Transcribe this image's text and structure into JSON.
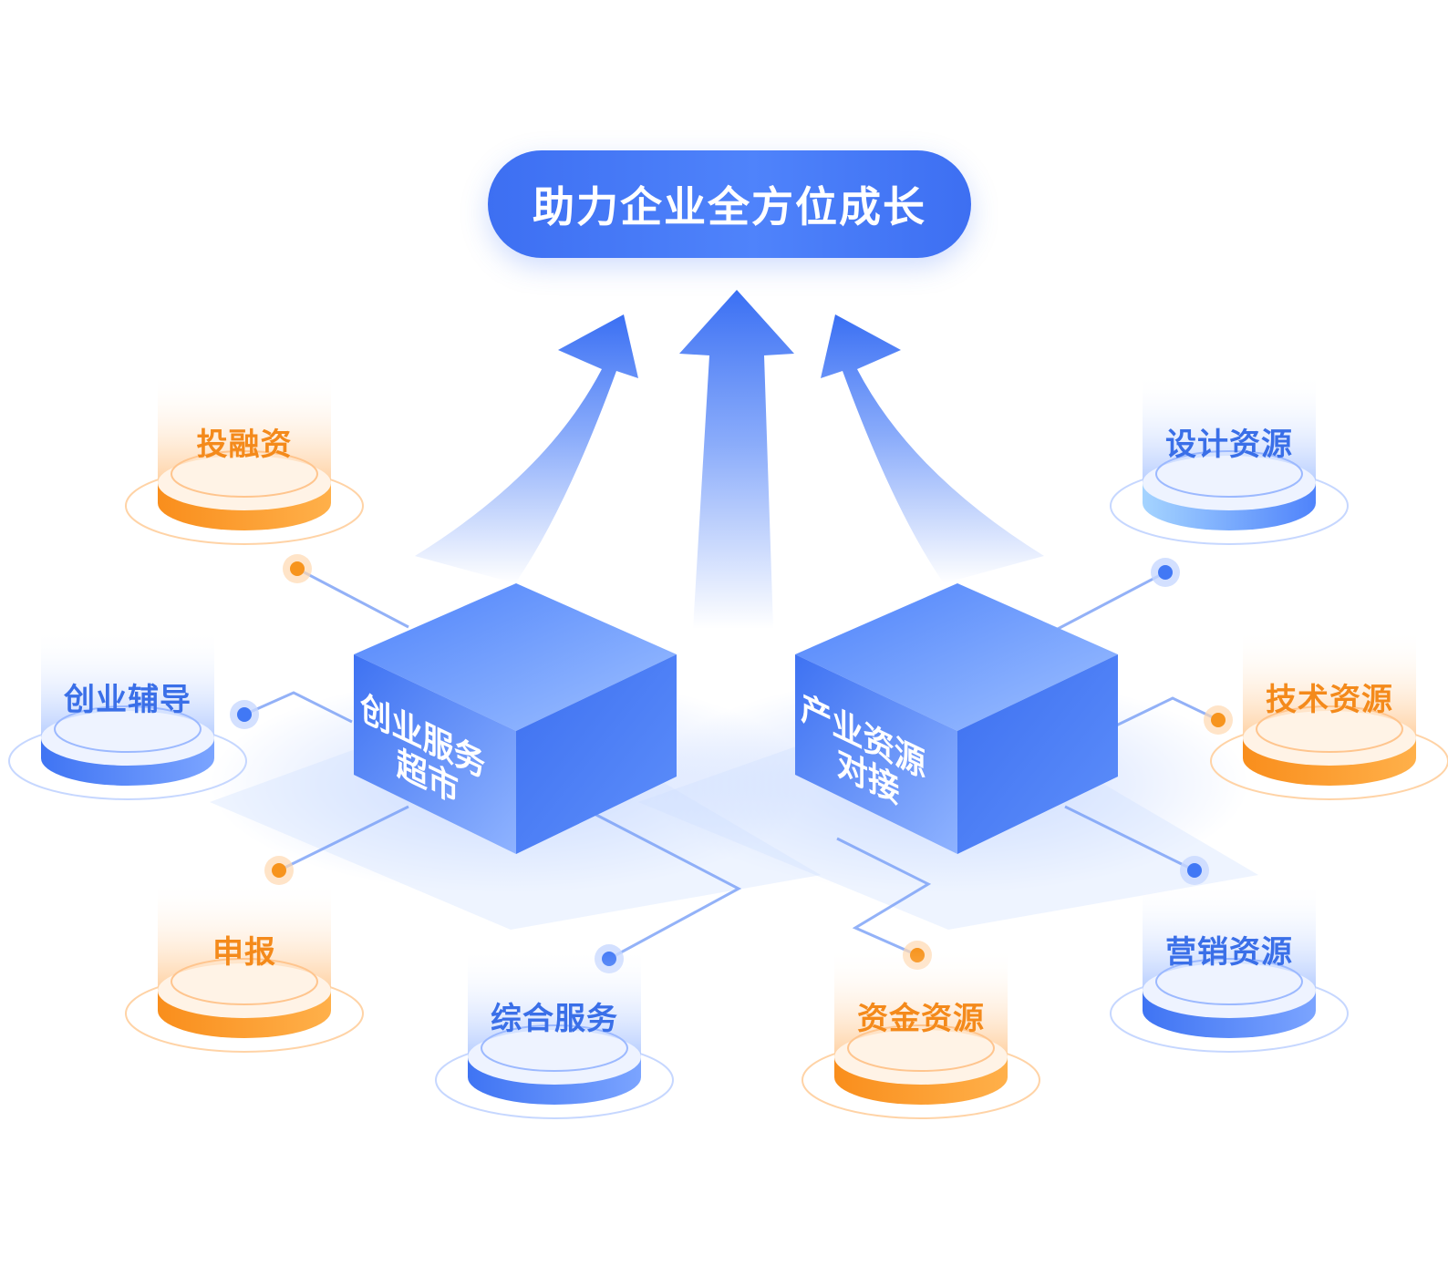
{
  "banner": {
    "title": "助力企业全方位成长"
  },
  "cubes": {
    "left": {
      "line1": "创业服务",
      "line2": "超市"
    },
    "right": {
      "line1": "产业资源",
      "line2": "对接"
    }
  },
  "nodes": [
    {
      "id": "investment",
      "label": "投融资",
      "color": "orange"
    },
    {
      "id": "startup-guidance",
      "label": "创业辅导",
      "color": "blue"
    },
    {
      "id": "declaration",
      "label": "申报",
      "color": "orange"
    },
    {
      "id": "integrated-services",
      "label": "综合服务",
      "color": "blue"
    },
    {
      "id": "design-resources",
      "label": "设计资源",
      "color": "blue"
    },
    {
      "id": "technology-resources",
      "label": "技术资源",
      "color": "orange"
    },
    {
      "id": "marketing-resources",
      "label": "营销资源",
      "color": "blue"
    },
    {
      "id": "capital-resources",
      "label": "资金资源",
      "color": "orange"
    }
  ],
  "colors": {
    "primary_blue": "#4178f5",
    "accent_orange": "#f7941d",
    "text_blue": "#3a6fe8",
    "text_orange": "#f48a1b"
  }
}
